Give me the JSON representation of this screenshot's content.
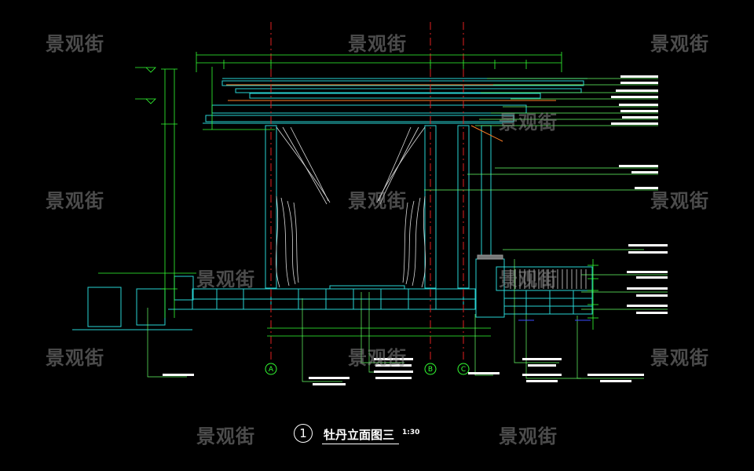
{
  "watermark": "景观街",
  "title": {
    "number": "1",
    "name": "牡丹立面图三",
    "scale": "1:30"
  },
  "axes": [
    "A",
    "B",
    "C"
  ],
  "colors": {
    "background": "#000000",
    "structure": "#29d3d3",
    "dimension": "#33ff33",
    "axis": "#e02020",
    "curtain": "#d9d9d9",
    "leader": "#66ff66",
    "label": "#ffffff",
    "orange": "#ff7f27",
    "blue": "#3a4cff"
  }
}
